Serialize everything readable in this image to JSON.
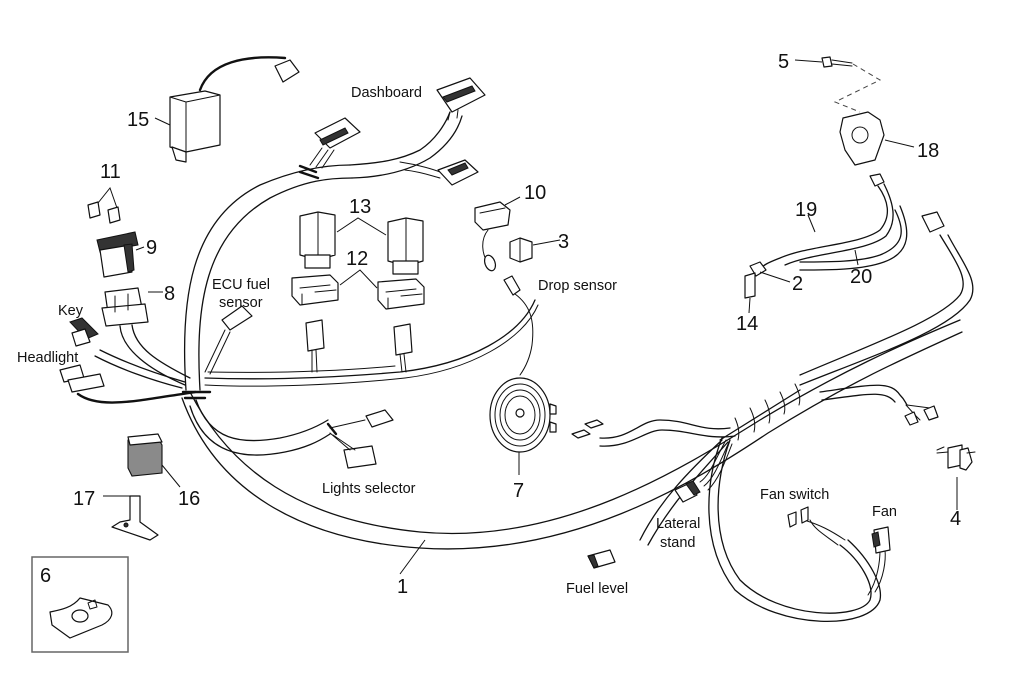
{
  "diagram": {
    "title": "Electrical system wiring harness – exploded parts diagram",
    "part_numbers": {
      "p1": "1",
      "p2": "2",
      "p3": "3",
      "p4": "4",
      "p5": "5",
      "p6": "6",
      "p7": "7",
      "p8": "8",
      "p9": "9",
      "p10": "10",
      "p11": "11",
      "p12": "12",
      "p13": "13",
      "p14": "14",
      "p15": "15",
      "p16": "16",
      "p17": "17",
      "p18": "18",
      "p19": "19",
      "p20": "20"
    },
    "connector_labels": {
      "dashboard": "Dashboard",
      "drop_sensor": "Drop sensor",
      "ecu_fuel_sensor_line1": "ECU fuel",
      "ecu_fuel_sensor_line2": "sensor",
      "key": "Key",
      "headlight": "Headlight",
      "lights_selector": "Lights selector",
      "fuel_level": "Fuel level",
      "lateral_stand_line1": "Lateral",
      "lateral_stand_line2": "stand",
      "fan_switch": "Fan switch",
      "fan": "Fan"
    }
  }
}
